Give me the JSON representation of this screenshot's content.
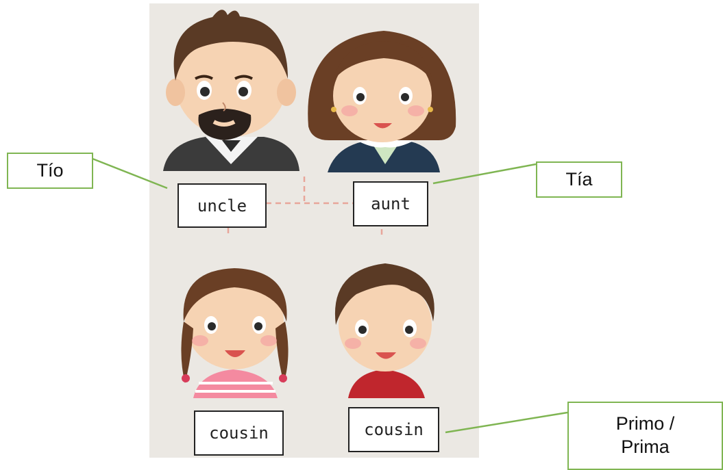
{
  "colors": {
    "panel_background": "#ebe8e3",
    "connector_line": "#e8a59a",
    "tag_border": "#7fb552",
    "card_border": "#222222"
  },
  "family_cards": {
    "uncle": "uncle",
    "aunt": "aunt",
    "cousin_girl": "cousin",
    "cousin_boy": "cousin"
  },
  "translation_tags": {
    "tio": "Tío",
    "tia": "Tía",
    "primo_prima": "Primo /\nPrima"
  },
  "figures": [
    {
      "role": "uncle",
      "description_icon": "man-with-beard-icon"
    },
    {
      "role": "aunt",
      "description_icon": "woman-with-bob-hair-icon"
    },
    {
      "role": "cousin",
      "description_icon": "girl-with-braids-icon"
    },
    {
      "role": "cousin",
      "description_icon": "boy-icon"
    }
  ]
}
